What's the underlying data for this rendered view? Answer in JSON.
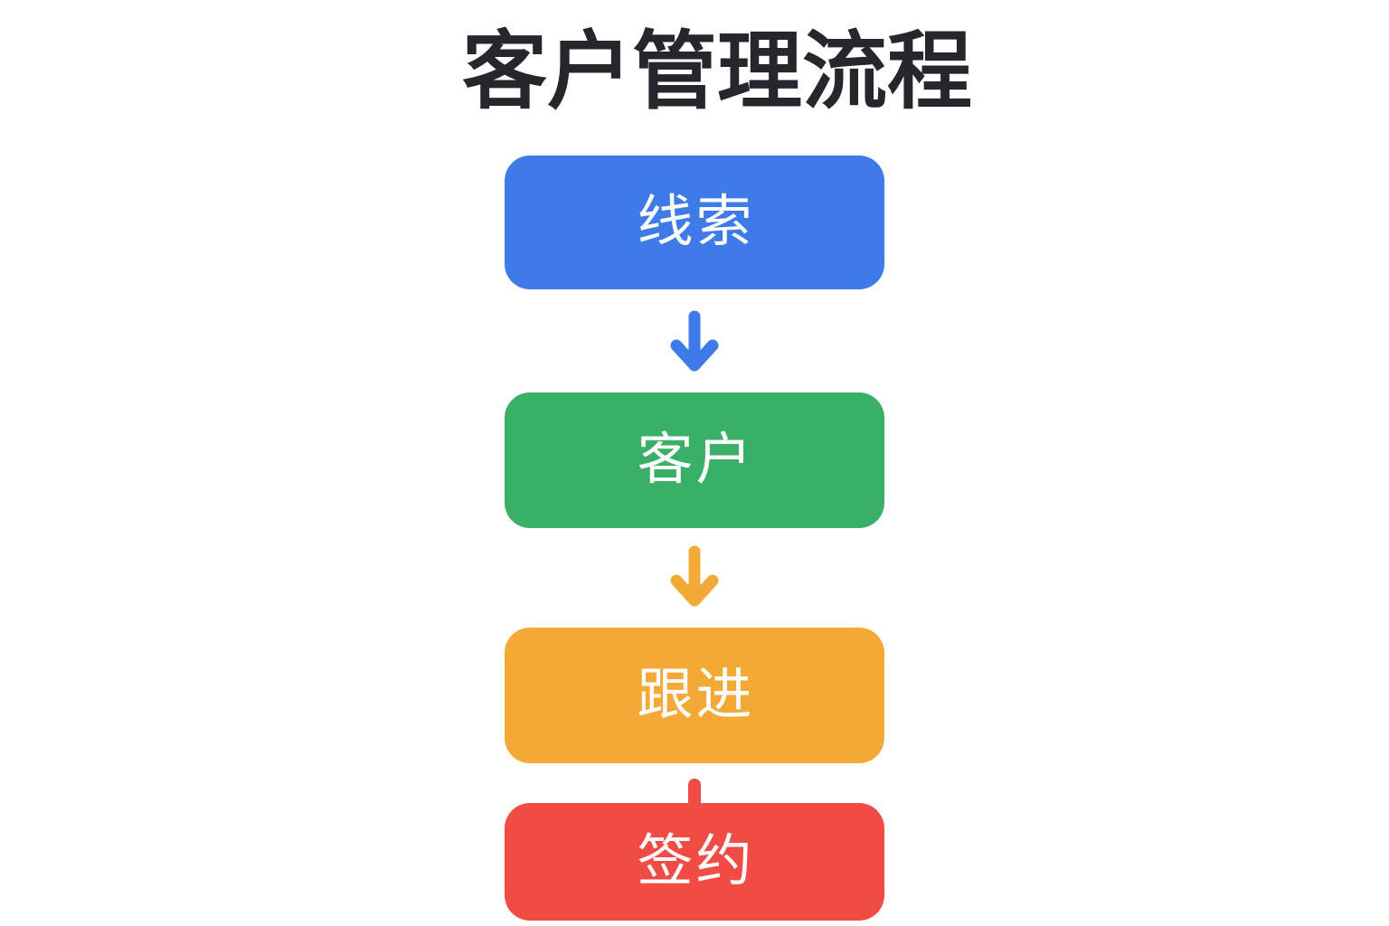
{
  "title": "客户管理流程",
  "palette": {
    "background": "#FFFFFF",
    "title_ink": "#26262C",
    "step_text": "#FFFFFF",
    "lead_blue": "#3E7BE9",
    "customer_green": "#3AAF67",
    "followup_orange": "#F4A937",
    "sign_red": "#F04B45"
  },
  "flowchart": {
    "direction": "top-to-bottom",
    "steps": [
      {
        "id": "lead",
        "label": "线索",
        "color": "#3E7BE9"
      },
      {
        "id": "customer",
        "label": "客户",
        "color": "#3AAF67"
      },
      {
        "id": "followup",
        "label": "跟进",
        "color": "#F4A937"
      },
      {
        "id": "sign",
        "label": "签约",
        "color": "#F04B45"
      }
    ],
    "connectors": [
      {
        "from": "lead",
        "to": "customer",
        "style": "arrow-down",
        "color": "#3E7BE9"
      },
      {
        "from": "customer",
        "to": "followup",
        "style": "arrow-down",
        "color": "#F2A935"
      },
      {
        "from": "followup",
        "to": "sign",
        "style": "line-down",
        "color": "#F04B45"
      }
    ]
  }
}
